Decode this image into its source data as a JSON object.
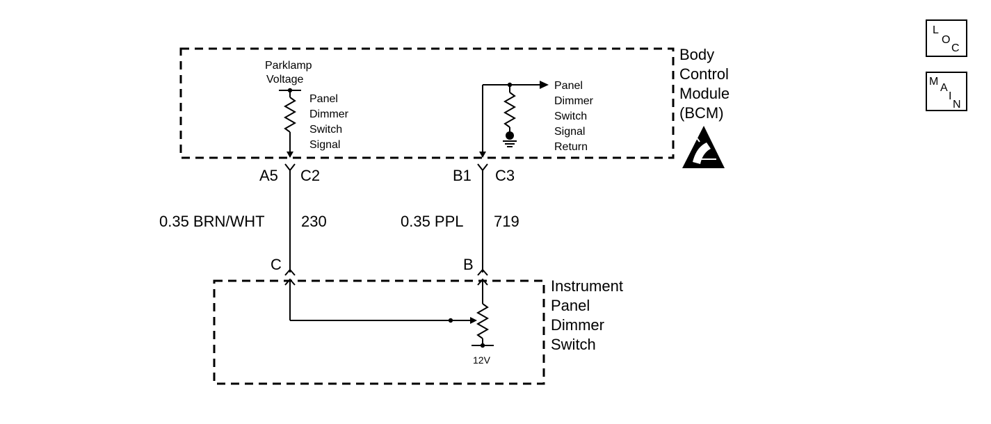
{
  "bcm": {
    "title_lines": [
      "Body",
      "Control",
      "Module",
      "(BCM)"
    ],
    "parklamp_lines": [
      "Parklamp",
      "Voltage"
    ],
    "dimmer_signal_lines": [
      "Panel",
      "Dimmer",
      "Switch",
      "Signal"
    ],
    "signal_return_lines": [
      "Panel",
      "Dimmer",
      "Switch",
      "Signal",
      "Return"
    ]
  },
  "connectors": {
    "a5": "A5",
    "c2": "C2",
    "b1": "B1",
    "c3": "C3",
    "c": "C",
    "b": "B"
  },
  "wires": {
    "left_gauge_color": "0.35 BRN/WHT",
    "left_circuit": "230",
    "right_gauge_color": "0.35 PPL",
    "right_circuit": "719"
  },
  "switch_module": {
    "title_lines": [
      "Instrument",
      "Panel",
      "Dimmer",
      "Switch"
    ],
    "voltage": "12V"
  },
  "nav": {
    "loc": [
      "L",
      "O",
      "C"
    ],
    "main": [
      "M",
      "A",
      "I",
      "N"
    ]
  },
  "icons": {
    "esd": "esd-warning-icon",
    "ground": "ground-icon"
  }
}
